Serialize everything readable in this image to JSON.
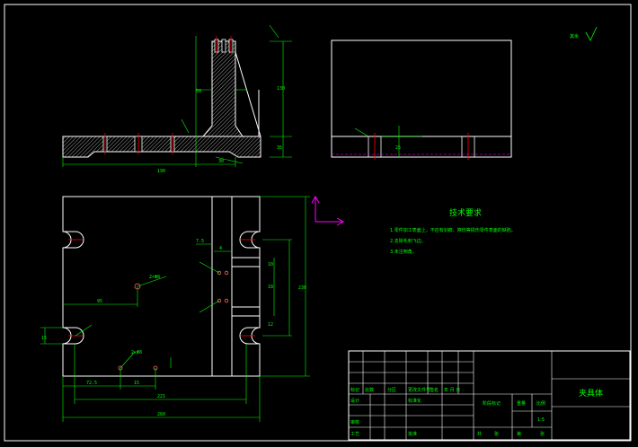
{
  "colors": {
    "background": "#000000",
    "outline": "#ffffff",
    "dimension": "#00ff00",
    "hatch": "#c8c8c8",
    "centerline": "#ff0000",
    "axis": "#ff00ff",
    "titleblock_name": "#00ffff"
  },
  "roughness_note": "其余",
  "dims": {
    "front_width": "190",
    "front_height": "130",
    "front_web": "50",
    "front_base": "35",
    "front_rib": "30",
    "side_base": "25",
    "plan_width": "260",
    "plan_inner": "221",
    "plan_left": "72.5",
    "plan_offset": "15",
    "plan_height": "230",
    "plan_x": "95",
    "plan_v1": "10",
    "plan_v2": "18",
    "plan_v3": "12",
    "plan_h1": "7.5",
    "plan_small": "4",
    "plan_edge": "15",
    "plan_hole_a": "2×Φ8",
    "plan_hole_b": "2×Φ8"
  },
  "notes": {
    "title": "技术要求",
    "items": [
      "1.零件加工表面上，不应有划痕、擦伤等损伤零件表面的缺陷。",
      "2.去除毛刺飞边。",
      "3.未注倒角。"
    ]
  },
  "titleblock": {
    "part_name": "夹具体",
    "scale": "1:5",
    "labels": {
      "mark": "标记",
      "count": "处数",
      "zone": "分区",
      "change_doc": "更改文件号",
      "sign": "签名",
      "date": "年 月 日",
      "design": "设计",
      "standardize": "标准化",
      "review": "审核",
      "process": "工艺",
      "approve": "批准",
      "stage_mark": "阶段标记",
      "weight": "重量",
      "scale_label": "比例",
      "sheets": "共",
      "sheet": "张",
      "of": "第"
    }
  }
}
